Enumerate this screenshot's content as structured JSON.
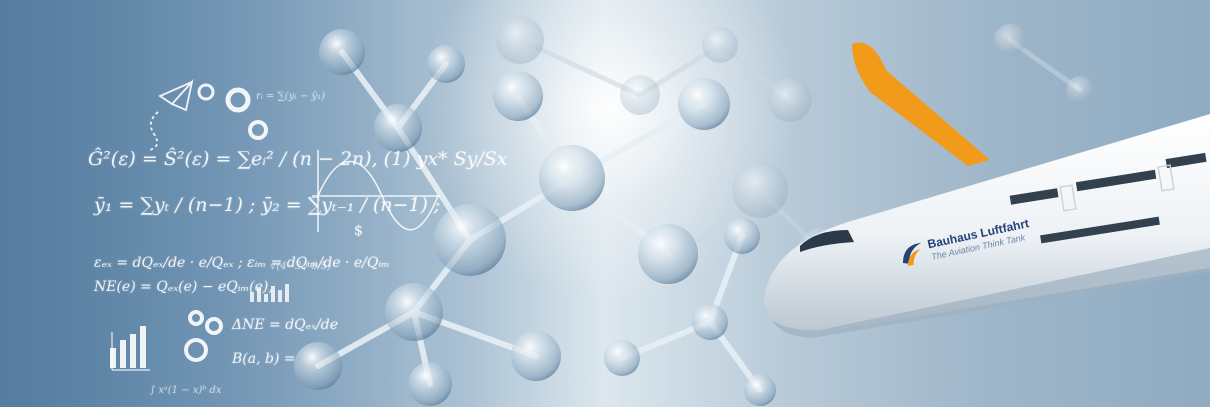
{
  "brand": {
    "name": "Bauhaus Luftfahrt",
    "tagline": "The Aviation Think Tank",
    "icon": "bauhaus-luftfahrt-swirl-icon",
    "colors": {
      "primary_blue": "#24427a",
      "accent_orange": "#f29b1a"
    }
  },
  "formulas": {
    "f1": "Ĝ²(ε) = Ŝ²(ε) = ∑eᵢ² / (n − 2n), (1) yx* Sy/Sx",
    "f2": "ȳ₁ = ∑yₜ / (n−1) ;   ȳ₂ = ∑yₜ₋₁ / (n−1) ;",
    "f3": "εₑₓ = dQₑₓ/de · e/Qₑₓ ; εᵢₘ = dQᵢₘ/de · e/Qᵢₘ",
    "f4": "NE(e) = Qₑₓ(e) − eQᵢₘ(e),",
    "f5": "ΔNE = dQₑₓ/de",
    "f6": "B(a, b) =",
    "f7": "rᵢ = ∑(yₜ − ȳ₁)",
    "f8": "√(4−3 / 8/5)",
    "f9": "∫ xᵃ(1 − x)ᵇ dx"
  }
}
